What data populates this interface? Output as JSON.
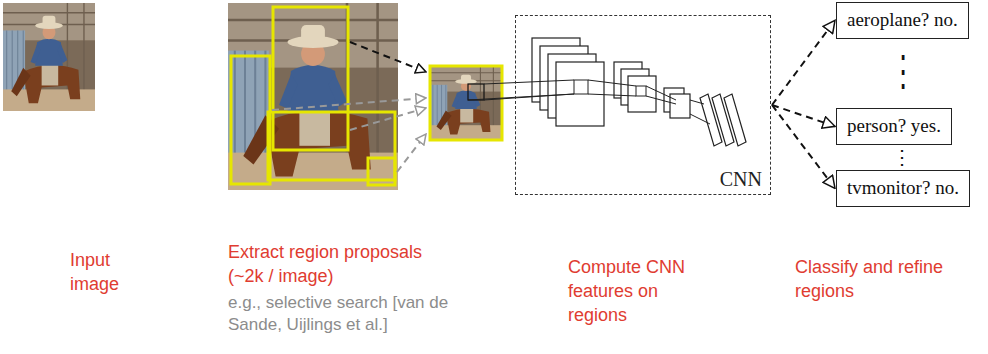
{
  "diagram": {
    "nodes": [
      {
        "text": [
          "CNN"
        ]
      },
      {
        "text": [
          "aeroplane? no."
        ]
      },
      {
        "text": [
          "person? yes."
        ]
      },
      {
        "text": [
          "tvmonitor? no."
        ]
      }
    ],
    "edges": [
      {
        "from": 0,
        "to": 1,
        "arrow": "to"
      },
      {
        "from": 0,
        "to": 2,
        "arrow": "to"
      },
      {
        "from": 0,
        "to": 3,
        "arrow": "to"
      }
    ],
    "labels": [
      "⋮",
      "⋮",
      "Input image",
      "Extract region proposals (~2k / image)",
      "e.g., selective search [van de Sande, Uijlings et al.]",
      "Compute CNN features on regions",
      "Classify and refine regions"
    ]
  }
}
